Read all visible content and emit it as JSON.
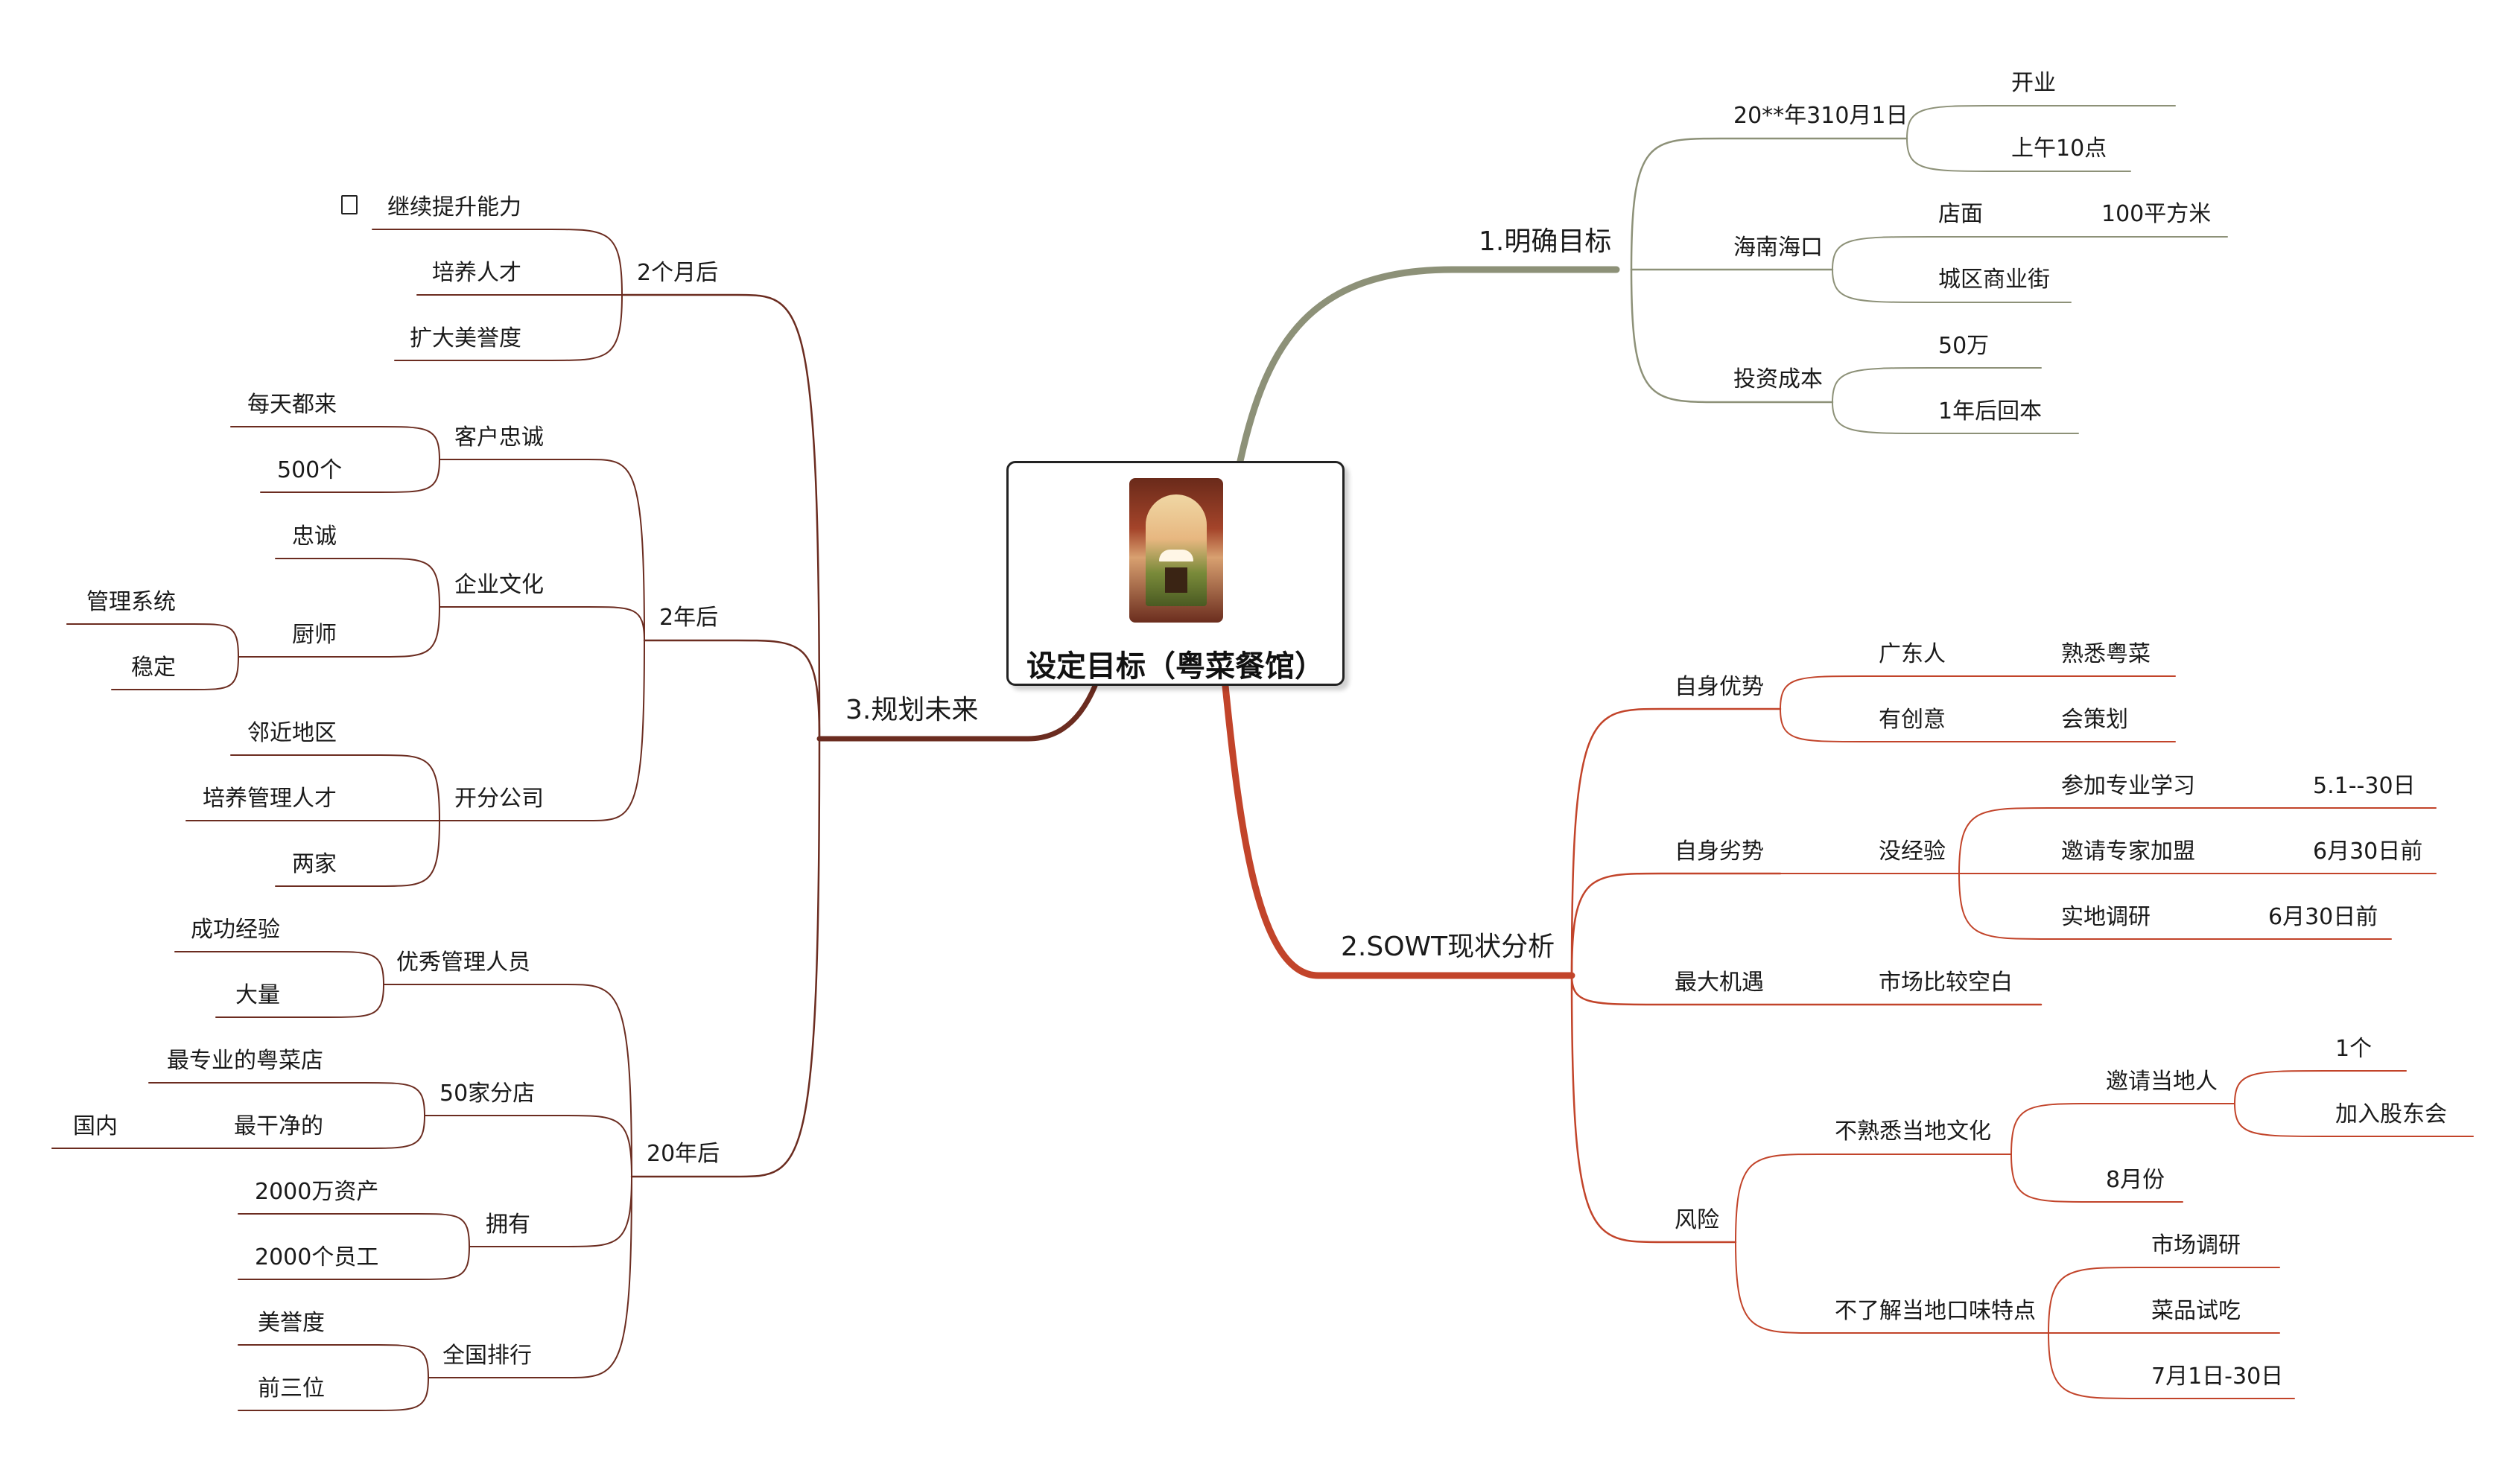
{
  "colors": {
    "goals_branch": "#8d9178",
    "swot_branch": "#c2442a",
    "future_branch": "#6b2c20"
  },
  "central": {
    "title": "设定目标（粤菜餐馆）",
    "image_icon": "restaurant-courtyard-photo"
  },
  "branches": {
    "goals": {
      "label": "1.明确目标",
      "items": [
        {
          "label": "20**年310月1日",
          "children": [
            "开业",
            "上午10点"
          ]
        },
        {
          "label": "海南海口",
          "children": [
            {
              "label": "店面",
              "value": "100平方米"
            },
            "城区商业街"
          ]
        },
        {
          "label": "投资成本",
          "children": [
            "50万",
            "1年后回本"
          ]
        }
      ]
    },
    "swot": {
      "label": "2.SOWT现状分析",
      "items": [
        {
          "label": "自身优势",
          "children": [
            {
              "label": "广东人",
              "value": "熟悉粤菜"
            },
            {
              "label": "有创意",
              "value": "会策划"
            }
          ]
        },
        {
          "label": "自身劣势",
          "children": [
            {
              "label": "没经验",
              "children": [
                {
                  "label": "参加专业学习",
                  "value": "5.1--30日"
                },
                {
                  "label": "邀请专家加盟",
                  "value": "6月30日前"
                },
                {
                  "label": "实地调研",
                  "value": "6月30日前"
                }
              ]
            }
          ]
        },
        {
          "label": "最大机遇",
          "children": [
            "市场比较空白"
          ]
        },
        {
          "label": "风险",
          "children": [
            {
              "label": "不熟悉当地文化",
              "children": [
                {
                  "label": "邀请当地人",
                  "children": [
                    "1个",
                    "加入股东会"
                  ]
                },
                "8月份"
              ]
            },
            {
              "label": "不了解当地口味特点",
              "children": [
                "市场调研",
                "菜品试吃",
                "7月1日-30日"
              ]
            }
          ]
        }
      ]
    },
    "future": {
      "label": "3.规划未来",
      "items": [
        {
          "label": "2个月后",
          "children": [
            "继续提升能力",
            "培养人才",
            "扩大美誉度"
          ]
        },
        {
          "label": "2年后",
          "children": [
            {
              "label": "客户忠诚",
              "children": [
                "每天都来",
                "500个"
              ]
            },
            {
              "label": "企业文化",
              "children": [
                "忠诚",
                {
                  "label": "厨师",
                  "children": [
                    "管理系统",
                    "稳定"
                  ]
                }
              ]
            },
            {
              "label": "开分公司",
              "children": [
                "邻近地区",
                "培养管理人才",
                "两家"
              ]
            }
          ]
        },
        {
          "label": "20年后",
          "children": [
            {
              "label": "优秀管理人员",
              "children": [
                "成功经验",
                "大量"
              ]
            },
            {
              "label": "50家分店",
              "children": [
                "最专业的粤菜店",
                {
                  "label": "最干净的",
                  "children": [
                    "国内"
                  ]
                }
              ]
            },
            {
              "label": "拥有",
              "children": [
                "2000万资产",
                "2000个员工"
              ]
            },
            {
              "label": "全国排行",
              "children": [
                "美誉度",
                "前三位"
              ]
            }
          ]
        }
      ]
    }
  }
}
